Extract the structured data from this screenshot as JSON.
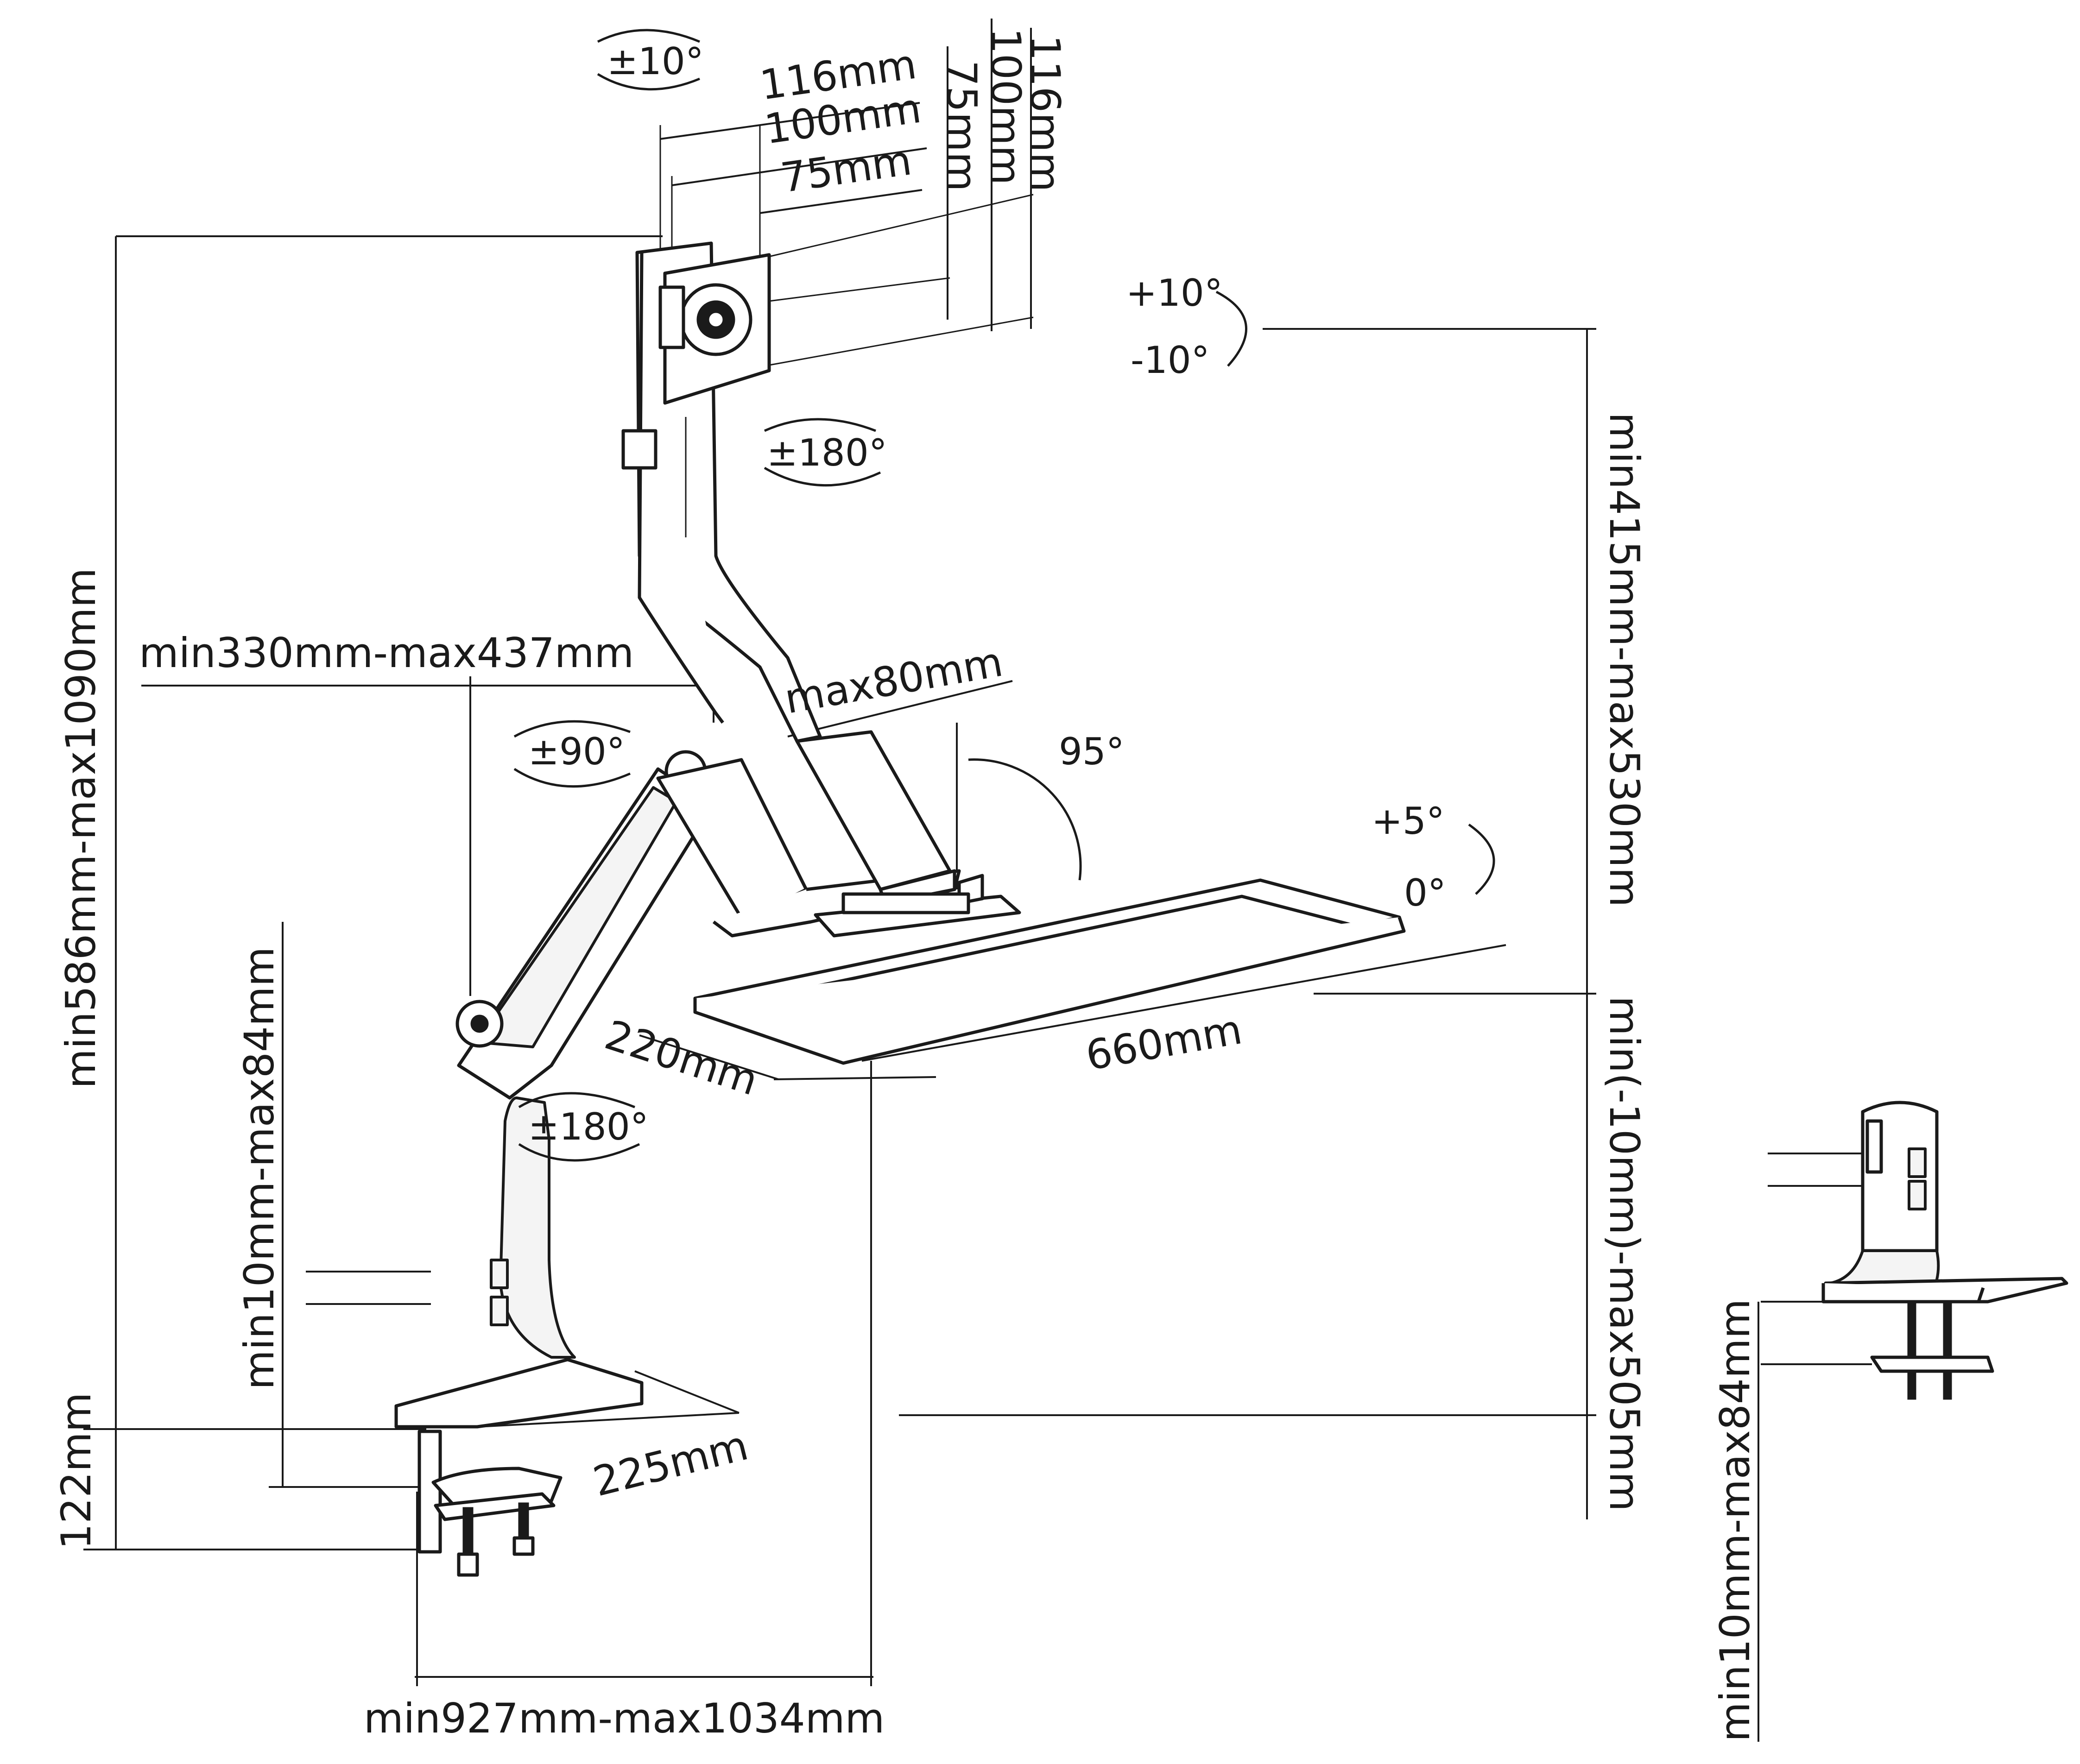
{
  "vesa": {
    "tilt": "±10°",
    "horizontal": [
      "116mm",
      "100mm",
      "75mm"
    ],
    "vertical": [
      "116mm",
      "100mm",
      "75mm"
    ],
    "rotation": "±180°"
  },
  "keyboard_tilt": {
    "up": "+10°",
    "down": "-10°"
  },
  "arm": {
    "reach": "min330mm-max437mm",
    "swivel_upper": "±90°",
    "swivel_lower": "±180°",
    "max_offset": "max80mm",
    "angle": "95°"
  },
  "tray": {
    "tilt_up": "+5°",
    "tilt_zero": "0°",
    "depth": "220mm",
    "width": "660mm"
  },
  "heights": {
    "total": "min586mm-max1090mm",
    "monitor_to_tray": "min415mm-max530mm",
    "tray_to_desk": "min(-10mm)-max505mm",
    "clamp_range": "min10mm-max84mm",
    "base_height": "122mm",
    "base_depth": "225mm",
    "clamp_range_alt": "min10mm-max84mm"
  },
  "overall_reach": "min927mm-max1034mm"
}
